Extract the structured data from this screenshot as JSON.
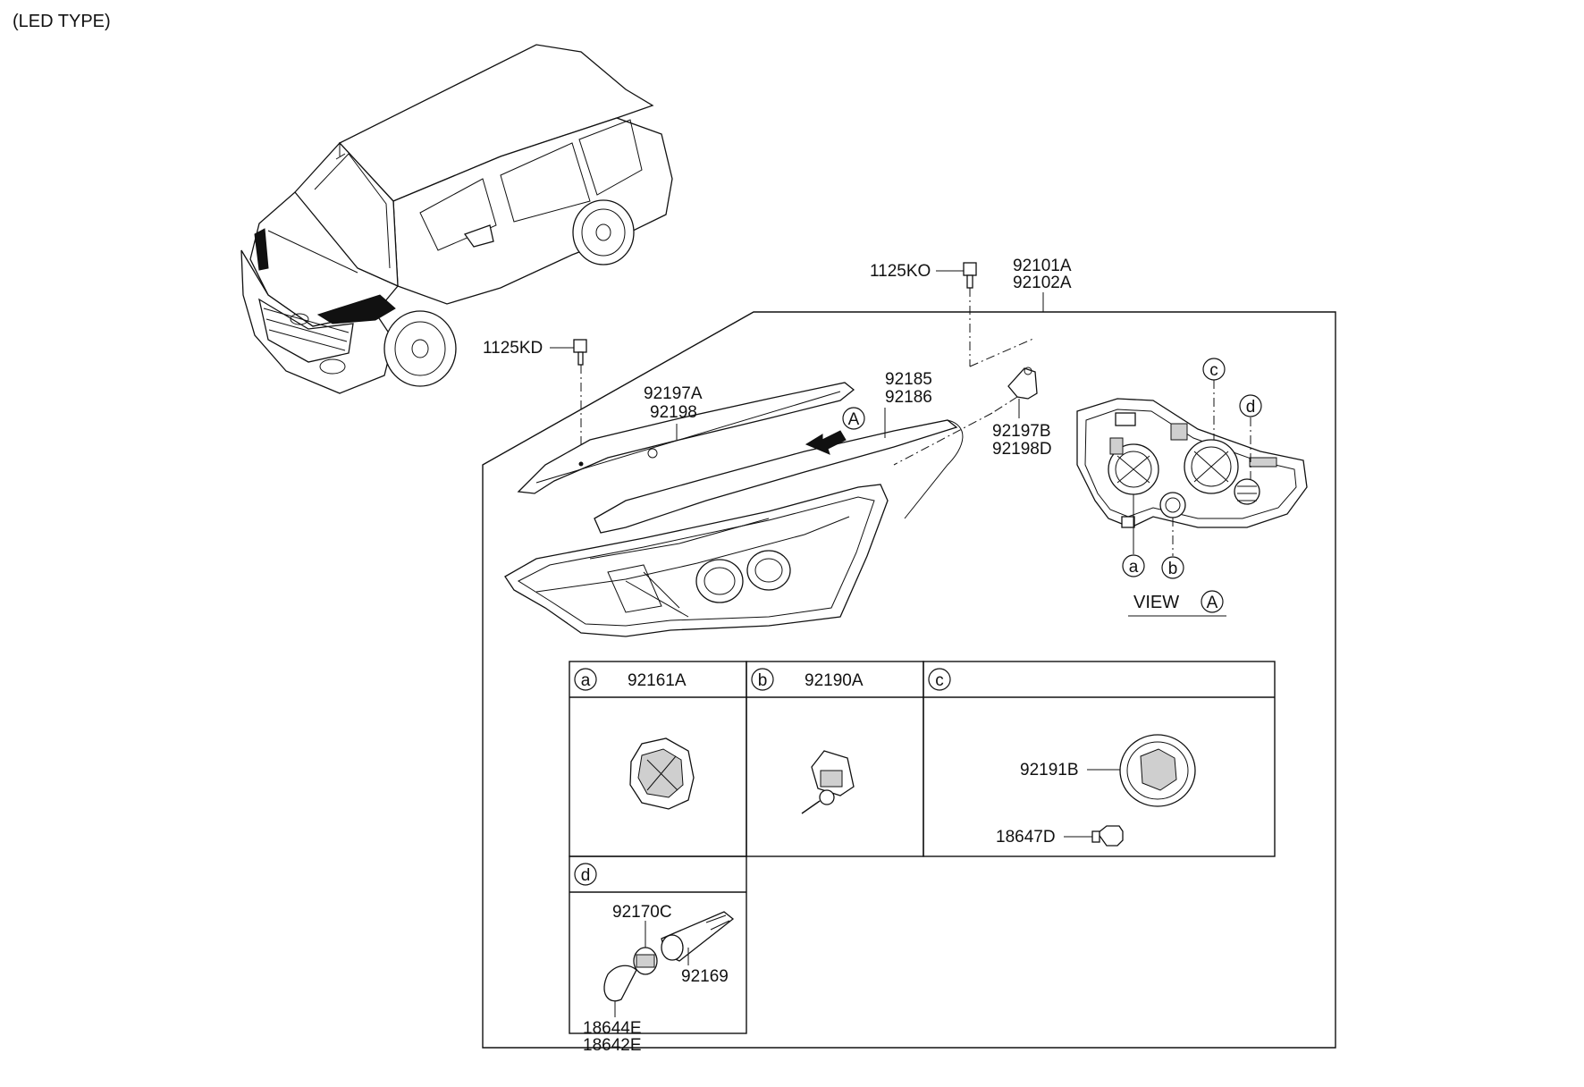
{
  "title": "(LED TYPE)",
  "callouts": {
    "a": "a",
    "b": "b",
    "c": "c",
    "d": "d",
    "view_A": "A",
    "arrow_A": "A"
  },
  "view_label": "VIEW",
  "parts": {
    "p1125KO": "1125KO",
    "p1125KD": "1125KD",
    "p92101A": "92101A",
    "p92102A": "92102A",
    "p92197A": "92197A",
    "p92198": "92198",
    "p92185": "92185",
    "p92186": "92186",
    "p92197B": "92197B",
    "p92198D": "92198D",
    "p92161A": "92161A",
    "p92190A": "92190A",
    "p92191B": "92191B",
    "p18647D": "18647D",
    "p92170C": "92170C",
    "p92169": "92169",
    "p18644E": "18644E",
    "p18642E": "18642E"
  },
  "colors": {
    "line": "#111111",
    "background": "#ffffff"
  }
}
